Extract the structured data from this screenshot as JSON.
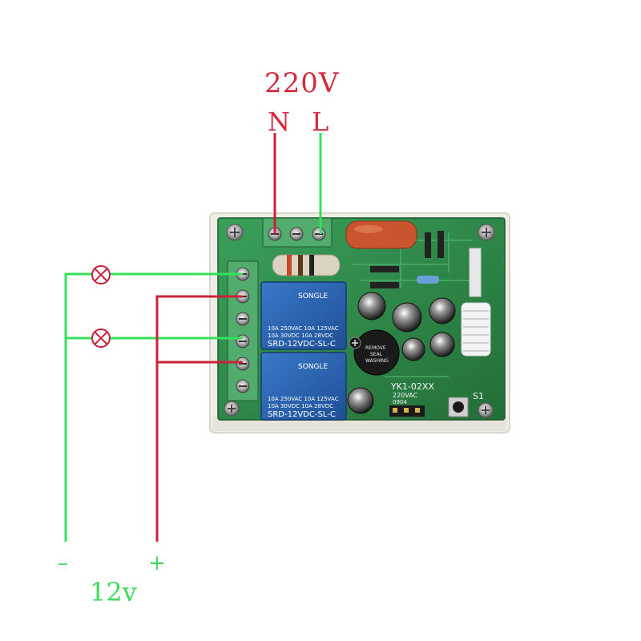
{
  "mains": {
    "voltage": "220V",
    "neutral": "N",
    "live": "L"
  },
  "low_voltage": {
    "negative": "–",
    "positive": "+",
    "voltage": "12v"
  },
  "board": {
    "silk_model": "YK1-02XX",
    "silk_voltage": "220VAC",
    "silk_date": "0904",
    "silk_s1": "S1",
    "buzzer_text": [
      "REMOVE",
      "SEAL",
      "WASHING"
    ]
  },
  "relays": [
    {
      "brand": "SONGLE",
      "rating1": "10A 250VAC  10A 125VAC",
      "rating2": "10A  30VDC  10A  28VDC",
      "model": "SRD-12VDC-SL-C"
    },
    {
      "brand": "SONGLE",
      "rating1": "10A 250VAC  10A 125VAC",
      "rating2": "10A  30VDC  10A  28VDC",
      "model": "SRD-12VDC-SL-C"
    }
  ],
  "colors": {
    "red_wire": "#cc2038",
    "green_wire": "#35e05a",
    "pcb": "#2f8f4a",
    "relay": "#2a62b0",
    "terminal": "#4ea86a",
    "label_red": "#d42a3c",
    "label_green": "#3fd95e"
  },
  "icons": [
    "lamp-icon",
    "lamp-icon"
  ]
}
